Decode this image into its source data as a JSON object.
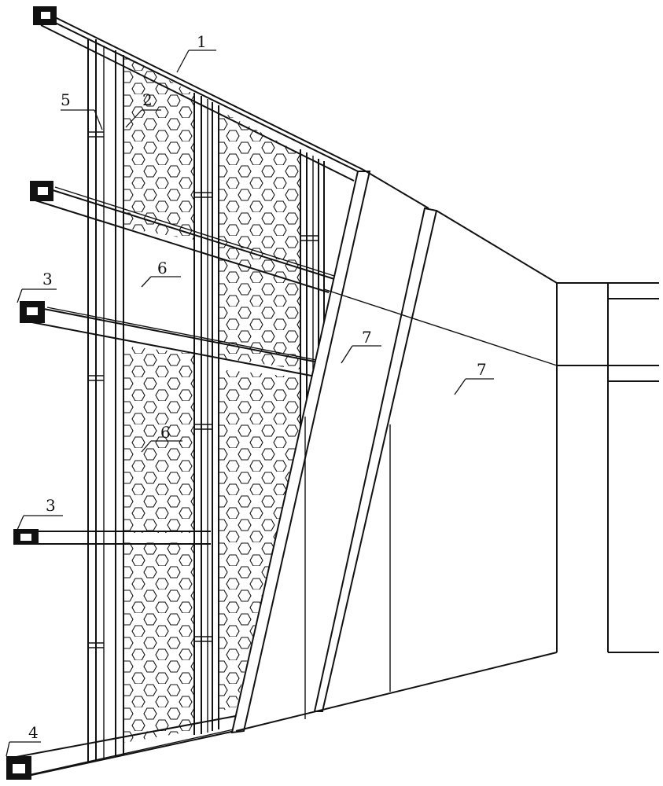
{
  "figure": {
    "labels": {
      "top_rail": "1",
      "vertical_stud": "2",
      "crossbar_upper": "3",
      "crossbar_lower": "3",
      "bottom_rail": "4",
      "side_stud": "5",
      "insulation_panel_upper": "6",
      "insulation_panel_lower": "6",
      "facing_board_front": "7",
      "facing_board_wall": "7"
    }
  }
}
